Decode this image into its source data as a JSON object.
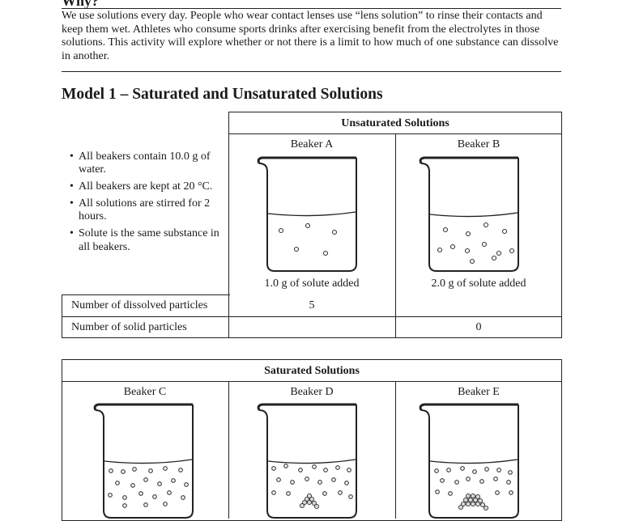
{
  "clipped_heading": "Why?",
  "intro_text": "We use solutions every day. People who wear contact lenses use “lens solution” to rinse their contacts and keep them wet. Athletes who consume sports drinks after exercising benefit from the electrolytes in those solutions. This activity will explore whether or not there is a limit to how much of one substance can dissolve in another.",
  "model": {
    "title": "Model 1 – Saturated and Unsaturated Solutions",
    "notes": [
      "All beakers contain 10.0 g of water.",
      "All beakers are kept at 20 °C.",
      "All solutions are stirred for 2 hours.",
      "Solute is the same substance in all beakers."
    ],
    "unsaturated": {
      "header": "Unsaturated Solutions",
      "beakers": [
        {
          "name": "Beaker A",
          "caption": "1.0 g of solute added"
        },
        {
          "name": "Beaker B",
          "caption": "2.0 g of solute added"
        }
      ],
      "rows": [
        {
          "label": "Number of dissolved particles",
          "a": "5",
          "b": ""
        },
        {
          "label": "Number of solid particles",
          "a": "",
          "b": "0"
        }
      ]
    },
    "saturated": {
      "header": "Saturated Solutions",
      "beakers": [
        {
          "name": "Beaker C"
        },
        {
          "name": "Beaker D"
        },
        {
          "name": "Beaker E"
        }
      ]
    }
  }
}
